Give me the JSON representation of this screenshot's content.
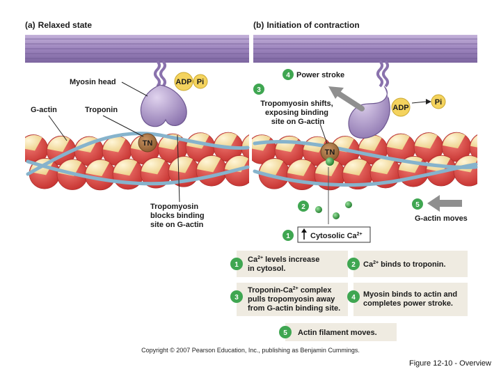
{
  "panels": {
    "a_letter": "(a)",
    "a_title": "Relaxed state",
    "b_letter": "(b)",
    "b_title": "Initiation of contraction"
  },
  "labels": {
    "myosin_head": "Myosin head",
    "g_actin": "G-actin",
    "troponin": "Troponin",
    "adp": "ADP",
    "pi": "Pi",
    "tn": "TN",
    "blocks_1": "Tropomyosin",
    "blocks_2": "blocks binding",
    "blocks_3": "site on G-actin",
    "shifts_1": "Tropomyosin shifts,",
    "shifts_2": "exposing binding",
    "shifts_3": "site on G-actin",
    "power_stroke": "Power stroke",
    "g_actin_moves": "G-actin moves",
    "cytosolic": "Cytosolic Ca",
    "cytosolic_sup": "2+"
  },
  "markers": {
    "m1": "1",
    "m2": "2",
    "m3": "3",
    "m4": "4",
    "m5": "5"
  },
  "steps": {
    "s1_line1": "Ca",
    "s1_sup": "2+",
    "s1_rest": " levels increase",
    "s1_line2": "in cytosol.",
    "s2_pre": "Ca",
    "s2_sup": "2+",
    "s2_rest": " binds to troponin.",
    "s3_pre": "Troponin-Ca",
    "s3_sup": "2+",
    "s3_rest": " complex",
    "s3_line2": "pulls tropomyosin away",
    "s3_line3": "from G-actin binding site.",
    "s4_line1": "Myosin binds to actin and",
    "s4_line2": "completes power stroke.",
    "s5_line1": "Actin filament moves."
  },
  "copyright": "Copyright © 2007 Pearson Education, Inc., publishing as Benjamin Cummings.",
  "caption": "Figure 12-10 - Overview",
  "colors": {
    "thick_filament": "#a58bc4",
    "actin_red": "#d94a4a",
    "actin_cream": "#f7e2a8",
    "tropomyosin": "#8fb8d0",
    "troponin": "#a5703c",
    "step_green": "#3fa651",
    "adp_yellow": "#f4d35e"
  }
}
